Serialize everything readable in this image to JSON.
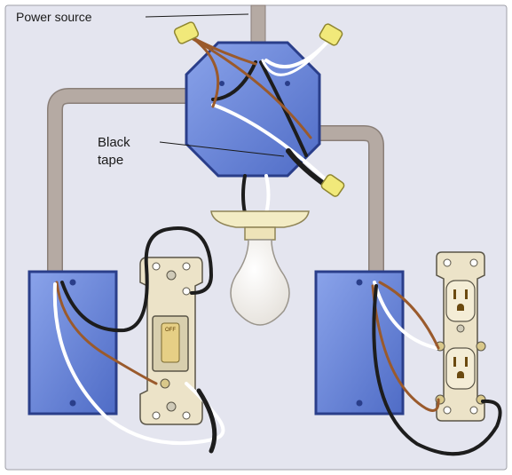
{
  "labels": {
    "power_source": "Power source",
    "black_tape_line1": "Black",
    "black_tape_line2": "tape",
    "switch_off": "OFF"
  },
  "colors": {
    "frame_bg": "#e4e5ef",
    "cable": "#b5aaa3",
    "box_blue": "#6d8ad8",
    "wire_black": "#1d1d1d",
    "wire_white": "#ffffff",
    "wire_copper": "#9a5a2c",
    "wire_nut": "#f1e97a",
    "device_ivory": "#ece3c8"
  },
  "icons": [
    "junction-box",
    "light-fixture",
    "light-bulb",
    "switch-box",
    "single-pole-switch",
    "outlet-box",
    "duplex-receptacle",
    "wire-nut"
  ]
}
